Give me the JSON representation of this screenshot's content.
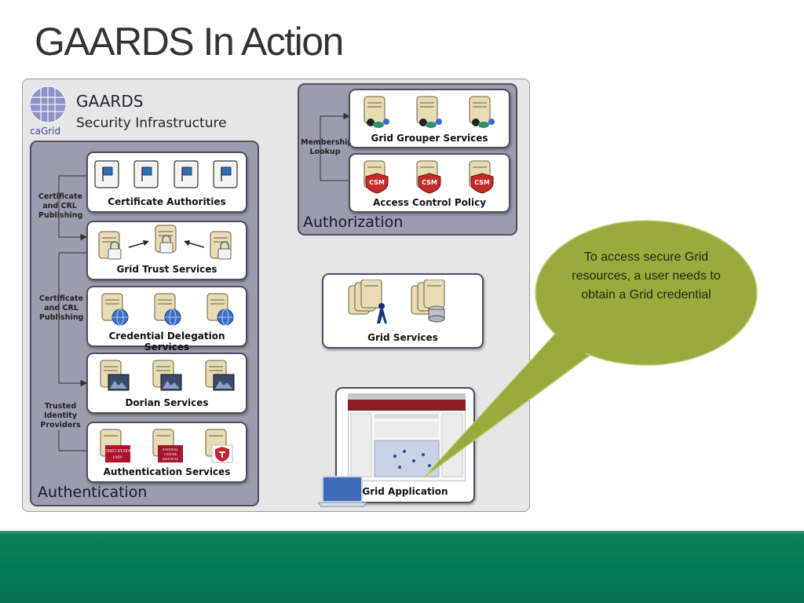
{
  "slide": {
    "title": "GAARDS In Action"
  },
  "brand": {
    "logo_text": "caGrid",
    "title": "GAARDS",
    "subtitle": "Security Infrastructure"
  },
  "authentication": {
    "label": "Authentication",
    "boxes": [
      {
        "label": "Certificate Authorities",
        "icon": "certificate-scroll-icon"
      },
      {
        "label": "Grid Trust Services",
        "icon": "locked-server-icon"
      },
      {
        "label": "Credential Delegation Services",
        "icon": "globe-server-icon"
      },
      {
        "label": "Dorian Services",
        "icon": "photo-server-icon"
      },
      {
        "label": "Authentication Services",
        "icon": "institution-server-icon"
      }
    ],
    "side_labels": {
      "cert_crl_1": [
        "Certificate",
        "and CRL",
        "Publishing"
      ],
      "cert_crl_2": [
        "Certificate",
        "and CRL",
        "Publishing"
      ],
      "trusted": [
        "Trusted",
        "Identity",
        "Providers"
      ]
    },
    "institutions": [
      "OHIO STATE",
      "NATIONAL CANCER INSTITUTE"
    ]
  },
  "authorization": {
    "label": "Authorization",
    "membership_label": [
      "Membership",
      "Lookup"
    ],
    "boxes": [
      {
        "label": "Grid Grouper Services",
        "icon": "group-server-icon"
      },
      {
        "label": "Access Control Policy",
        "icon": "csm-shield-server-icon"
      }
    ],
    "csm_badge": "CSM"
  },
  "grid_services": {
    "label": "Grid Services"
  },
  "grid_application": {
    "label": "Grid Application"
  },
  "callout": {
    "text": "To access secure Grid resources, a user needs to obtain a Grid credential",
    "color": "#9aaa3c"
  },
  "colors": {
    "panel": "#9c9cae",
    "panel_border": "#4e4e63",
    "footer": "#007a54",
    "canvas": "#e6e6e6"
  }
}
